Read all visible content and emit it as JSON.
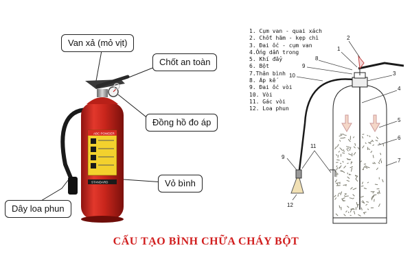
{
  "callouts": {
    "valve": "Van xả (mỏ vịt)",
    "pin": "Chốt an toàn",
    "gauge": "Đồng hồ đo áp",
    "body": "Vỏ bình",
    "hose": "Dây loa phun"
  },
  "extinguisher_label": {
    "brand": "ABC POWDER",
    "standard": "STANDARD"
  },
  "legend": [
    "1. Cụm van - quai xách",
    "2. Chốt hãm - kẹp chì",
    "3. Đai ốc - cụm van",
    "4.Ống dẫn trong",
    "5. Khí đẩy",
    "6. Bột",
    "7.Thân bình",
    "8. Áp kế",
    "9. Đai ốc vòi",
    "10. Vòi",
    "11. Gác vòi",
    "12. Loa phun"
  ],
  "diagram_numbers": {
    "n1": "1",
    "n2": "2",
    "n3": "3",
    "n4": "4",
    "n5": "5",
    "n6": "6",
    "n7": "7",
    "n8": "8",
    "n9a": "9",
    "n9b": "9",
    "n10": "10",
    "n11": "11",
    "n12": "12"
  },
  "title": "CẤU TẠO BÌNH CHỮA CHÁY BỘT",
  "colors": {
    "extinguisher_red": "#d62a22",
    "title_red": "#d11f1f",
    "hose_black": "#1a1a1a",
    "outline": "#222222"
  }
}
